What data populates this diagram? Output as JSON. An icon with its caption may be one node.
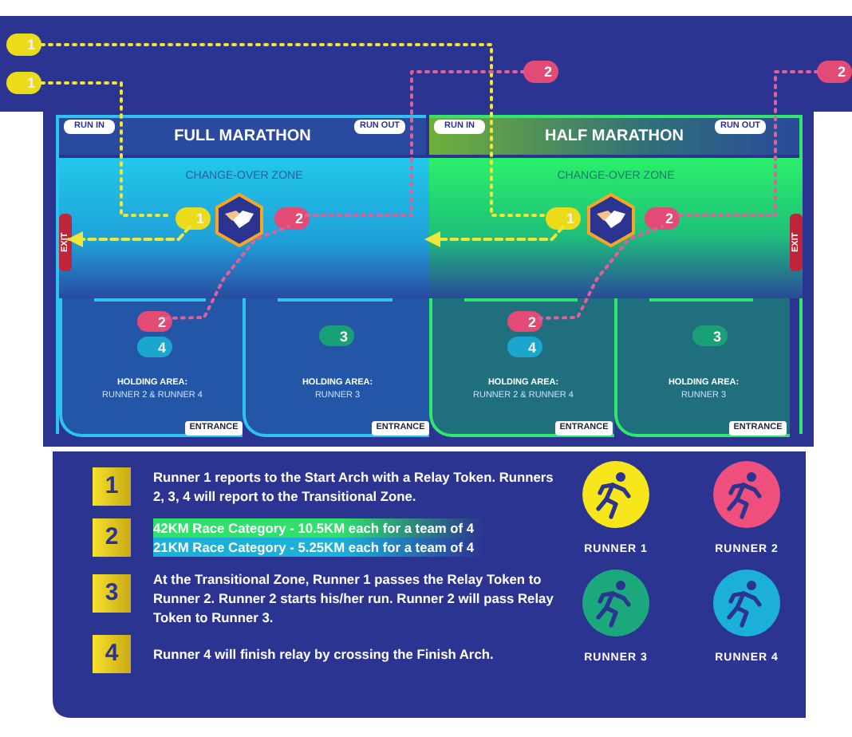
{
  "diagram": {
    "nodes": [
      {
        "text": [
          "1"
        ]
      },
      {
        "text": [
          "1"
        ]
      },
      {
        "text": [
          "2"
        ]
      },
      {
        "text": [
          "2"
        ]
      },
      {
        "text": [
          "FULL MARATHON"
        ]
      },
      {
        "text": [
          "RUN IN"
        ],
        "in": 4
      },
      {
        "text": [
          "RUN OUT"
        ],
        "in": 4
      },
      {
        "text": [
          "CHANGE-OVER ZONE"
        ],
        "in": 4
      },
      {
        "text": [
          "1"
        ],
        "in": 7
      },
      {
        "text": [
          "2"
        ],
        "in": 7
      },
      {
        "text": [
          "EXIT"
        ],
        "in": 7
      },
      {
        "text": [
          "HOLDING AREA:",
          "RUNNER 2 & RUNNER 4"
        ],
        "in": 4
      },
      {
        "text": [
          "2"
        ],
        "in": 11
      },
      {
        "text": [
          "4"
        ],
        "in": 11
      },
      {
        "text": [
          "ENTRANCE"
        ],
        "in": 11
      },
      {
        "text": [
          "HOLDING AREA:",
          "RUNNER 3"
        ],
        "in": 4
      },
      {
        "text": [
          "3"
        ],
        "in": 15
      },
      {
        "text": [
          "ENTRANCE"
        ],
        "in": 15
      },
      {
        "text": [
          "HALF MARATHON"
        ]
      },
      {
        "text": [
          "RUN IN"
        ],
        "in": 18
      },
      {
        "text": [
          "RUN OUT"
        ],
        "in": 18
      },
      {
        "text": [
          "CHANGE-OVER ZONE"
        ],
        "in": 18
      },
      {
        "text": [
          "1"
        ],
        "in": 21
      },
      {
        "text": [
          "2"
        ],
        "in": 21
      },
      {
        "text": [
          "EXIT"
        ],
        "in": 21
      },
      {
        "text": [
          "HOLDING AREA:",
          "RUNNER 2 & RUNNER 4"
        ],
        "in": 18
      },
      {
        "text": [
          "2"
        ],
        "in": 25
      },
      {
        "text": [
          "4"
        ],
        "in": 25
      },
      {
        "text": [
          "ENTRANCE"
        ],
        "in": 25
      },
      {
        "text": [
          "HOLDING AREA:",
          "RUNNER 3"
        ],
        "in": 18
      },
      {
        "text": [
          "3"
        ],
        "in": 29
      },
      {
        "text": [
          "ENTRANCE"
        ],
        "in": 29
      },
      {
        "text": [
          "1"
        ],
        "beside": [
          "Runner 1 reports to the Start Arch with a Relay Token. Runners 2, 3, 4 will report to the Transitional Zone."
        ]
      },
      {
        "text": [
          "2"
        ],
        "beside": [
          "42KM Race Category - 10.5KM each for a team of 4",
          "21KM Race Category - 5.25KM each for a team of 4"
        ]
      },
      {
        "text": [
          "3"
        ],
        "beside": [
          "At the Transitional Zone, Runner 1 passes the Relay Token to Runner 2. Runner 2 starts his/her run. Runner 2 will pass Relay Token to Runner 3."
        ]
      },
      {
        "text": [
          "4"
        ],
        "beside": [
          "Runner 4 will finish relay by crossing the Finish Arch."
        ]
      }
    ],
    "edges": [
      {
        "from": 0,
        "to": 22,
        "arrow": "none",
        "style": "dashed",
        "color": "#f2e53a"
      },
      {
        "from": 1,
        "to": 8,
        "arrow": "none",
        "style": "dashed",
        "color": "#f2e53a"
      },
      {
        "from": 9,
        "to": 2,
        "arrow": "none",
        "style": "dashed",
        "color": "#e0609a"
      },
      {
        "from": 23,
        "to": 3,
        "arrow": "none",
        "style": "dashed",
        "color": "#e0609a"
      },
      {
        "from": 8,
        "to": 10,
        "arrow": "to",
        "style": "dashed",
        "color": "#f2e53a"
      },
      {
        "from": 12,
        "to": 9,
        "arrow": "none",
        "style": "dashed",
        "color": "#e0609a"
      },
      {
        "from": 22,
        "to": 7,
        "arrow": "to",
        "style": "dashed",
        "color": "#f2e53a"
      },
      {
        "from": 26,
        "to": 23,
        "arrow": "none",
        "style": "dashed",
        "color": "#e0609a"
      }
    ],
    "legend": [
      {
        "text": "RUNNER 1",
        "color": "#f7e61c"
      },
      {
        "text": "RUNNER 2",
        "color": "#ee4f7c"
      },
      {
        "text": "RUNNER 3",
        "color": "#1aa87c"
      },
      {
        "text": "RUNNER 4",
        "color": "#1cb0d8"
      }
    ]
  }
}
